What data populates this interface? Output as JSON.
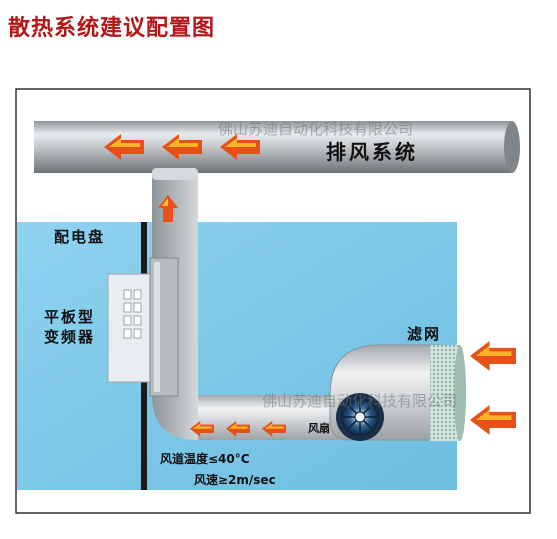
{
  "title": "散热系统建议配置图",
  "labels": {
    "exhaust_system": "排风系统",
    "distribution_panel": "配电盘",
    "flat_inverter_line1": "平板型",
    "flat_inverter_line2": "变频器",
    "filter": "滤网",
    "fan": "风扇",
    "duct_temperature": "风道温度≤40°C",
    "air_speed": "风速≥2m/sec"
  },
  "watermarks": {
    "top": "佛山苏迪自动化科技有限公司",
    "bottom": "佛山苏迪自动化科技有限公司"
  },
  "colors": {
    "title": "#b31616",
    "cabinet_fill": "#7ec8e8",
    "duct": "#c9cdd0",
    "arrow": "#e8501a",
    "arrow_highlight": "#ffc62b"
  },
  "icons": [
    "arrow-left-icon",
    "arrow-up-icon",
    "fan-icon",
    "filter-mesh-icon"
  ]
}
